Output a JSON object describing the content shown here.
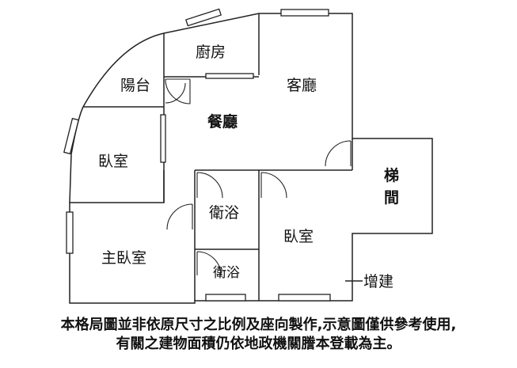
{
  "rooms": {
    "kitchen": "廚房",
    "balcony": "陽台",
    "living_room": "客廳",
    "dining_room": "餐廳",
    "bedroom_west": "臥室",
    "stairs_top": "梯",
    "stairs_bottom": "間",
    "bathroom_upper": "衛浴",
    "bedroom_south": "臥室",
    "master_bedroom": "主臥室",
    "bathroom_lower": "衛浴",
    "extension": "增建"
  },
  "disclaimer": {
    "line1": "本格局圖並非依原尺寸之比例及座向製作,示意圖僅供參考使用,",
    "line2": "有關之建物面積仍依地政機關謄本登載為主。"
  }
}
